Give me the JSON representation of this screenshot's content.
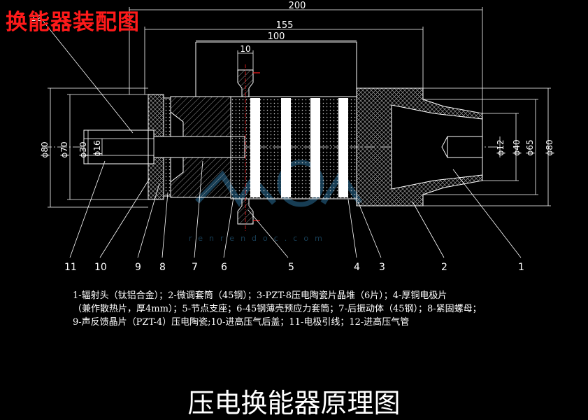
{
  "titles": {
    "top_red": "换能器装配图",
    "bottom": "压电换能器原理图"
  },
  "dimensions": {
    "d200": "200",
    "d155": "155",
    "d100": "100",
    "d10": "10",
    "d12": "12",
    "phi80_left": "ϕ80",
    "phi70": "ϕ70",
    "phi30": "ϕ30",
    "phi16": "ϕ16",
    "phi12": "ϕ12",
    "phi40": "ϕ40",
    "phi65": "ϕ65",
    "phi80_right": "ϕ80"
  },
  "part_numbers": {
    "n11": "11",
    "n10": "10",
    "n9": "9",
    "n8": "8",
    "n7": "7",
    "n6": "6",
    "n5": "5",
    "n4": "4",
    "n3": "3",
    "n2": "2",
    "n1": "1"
  },
  "legend_lines": [
    "1-辐射头（钛铝合金）；2-微调套筒（45钢）；3-PZT-8压电陶瓷片晶堆（6片）；4-厚铜电极片",
    "（兼作散热片，厚4mm）；5-节点支座；6-45钢薄壳预应力套筒；7-后振动体（45钢）；8-紧固螺母；",
    "9-声反馈晶片（PZT-4）压电陶瓷;10-进高压气后盖；11-电极引线；12-进高压气管"
  ],
  "watermark": "renrendoc.com",
  "colors": {
    "background": "#000000",
    "lines": "#ffffff",
    "title_red": "#ff1a1a",
    "center_mark": "#ff2020",
    "hatch": "#b0b0b0",
    "watermark": "#2a6f9a"
  }
}
